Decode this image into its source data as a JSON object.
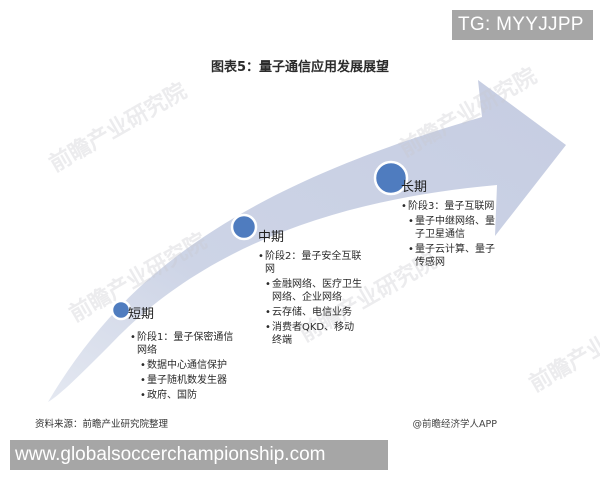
{
  "badge": {
    "text": "TG: MYYJJPP"
  },
  "title": "图表5：量子通信应用发展展望",
  "colors": {
    "arrow": "#c9d0e3",
    "arrow_tail": "#dde2ee",
    "circle_fill": "#4f7cbf",
    "circle_ring": "#ffffff",
    "badge_bg": "#a6a6a6"
  },
  "watermark": "前瞻产业研究院",
  "stages": [
    {
      "label": "短期",
      "phase": "阶段1：量子保密通信网络",
      "items": [
        "数据中心通信保护",
        "量子随机数发生器",
        "政府、国防"
      ]
    },
    {
      "label": "中期",
      "phase": "阶段2：量子安全互联网",
      "items": [
        "金融网络、医疗卫生网络、企业网络",
        "云存储、电信业务",
        "消费者QKD、移动终端"
      ]
    },
    {
      "label": "长期",
      "phase": "阶段3：量子互联网",
      "items": [
        "量子中继网络、量子卫星通信",
        "量子云计算、量子传感网"
      ]
    }
  ],
  "footer": {
    "source": "资料来源：前瞻产业研究院整理",
    "credit": "@前瞻经济学人APP"
  },
  "url_badge": {
    "text": "www.globalsoccerchampionship.com"
  }
}
